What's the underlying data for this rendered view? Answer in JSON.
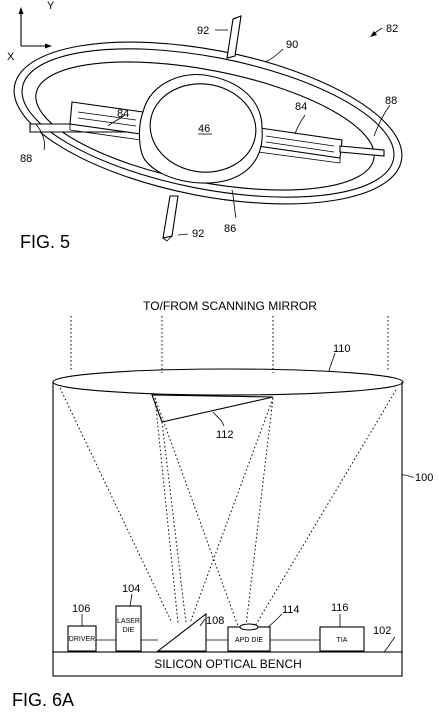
{
  "fig5": {
    "caption": "FIG. 5",
    "axis_y": "Y",
    "axis_x": "X",
    "labels": {
      "l82": "82",
      "l90": "90",
      "l92_top": "92",
      "l92_bottom": "92",
      "l84_left": "84",
      "l84_right": "84",
      "l88_left": "88",
      "l88_right": "88",
      "l46": "46",
      "l86": "86"
    }
  },
  "fig6a": {
    "caption": "FIG. 6A",
    "header": "TO/FROM SCANNING MIRROR",
    "bench_label": "SILICON OPTICAL BENCH",
    "driver": "DRIVER",
    "laser_line1": "LASER",
    "laser_line2": "DIE",
    "apd": "APD DIE",
    "tia": "TIA",
    "labels": {
      "l100": "100",
      "l102": "102",
      "l104": "104",
      "l106": "106",
      "l108": "108",
      "l110": "110",
      "l112": "112",
      "l114": "114",
      "l116": "116"
    }
  }
}
